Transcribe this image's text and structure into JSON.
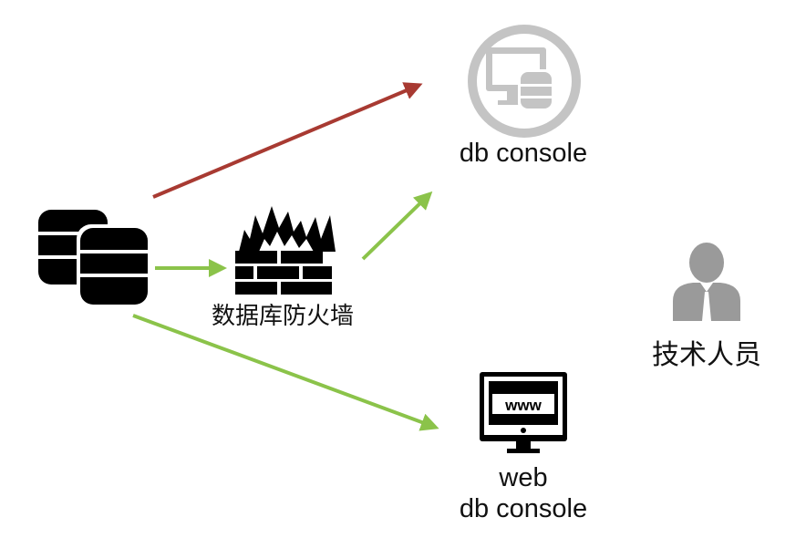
{
  "nodes": {
    "db_console": {
      "label": "db console"
    },
    "firewall": {
      "label": "数据库防火墙"
    },
    "tech_staff": {
      "label": "技术人员"
    },
    "web_console": {
      "label_line1": "web",
      "label_line2": "db console"
    },
    "web_screen_text": "www"
  },
  "edges": [
    {
      "from": "database",
      "to": "db_console",
      "color": "#a83a32"
    },
    {
      "from": "database",
      "to": "firewall",
      "color": "#8bc34a"
    },
    {
      "from": "firewall",
      "to": "db_console",
      "color": "#8bc34a"
    },
    {
      "from": "database",
      "to": "web_console",
      "color": "#8bc34a"
    }
  ],
  "icons": {
    "database": "database-stack-icon",
    "firewall": "firewall-icon",
    "db_console": "db-console-icon",
    "tech_staff": "person-icon",
    "web_console": "web-monitor-icon"
  },
  "colors": {
    "blocked_edge": "#a83a32",
    "allowed_edge": "#8bc34a",
    "console_gray": "#c4c4c4",
    "person_gray": "#9a9a9a",
    "icon_black": "#000000"
  }
}
